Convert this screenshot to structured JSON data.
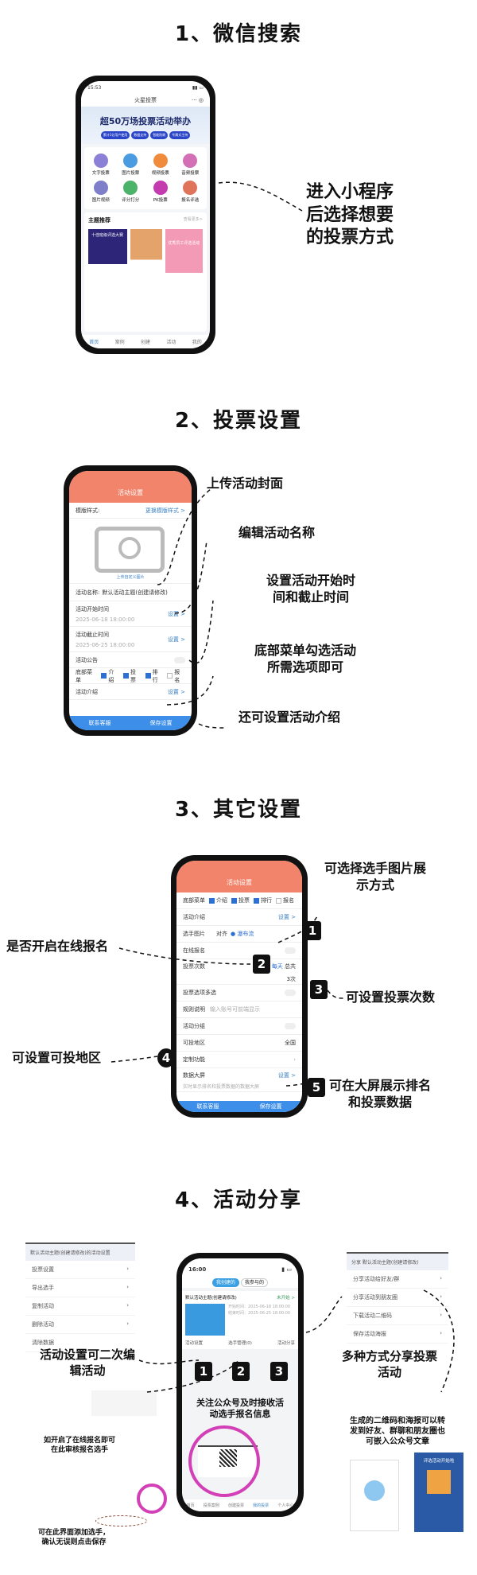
{
  "sections": [
    {
      "title": "1、微信搜索",
      "note": [
        "进入小程序",
        "后选择想要",
        "的投票方式"
      ],
      "phone": {
        "time": "15:53",
        "app_title": "火星投票",
        "banner": "超50万场投票活动举办",
        "tags": [
          "累计1亿用户使用",
          "数据支持",
          "智能防刷",
          "专属式主持"
        ],
        "types": [
          "文字投票",
          "图片投票",
          "视频投票",
          "音频投票",
          "图片视频",
          "评分打分",
          "PK投票",
          "报名评选"
        ],
        "theme_title": "主题推荐",
        "theme_more": "查看更多>",
        "card1_title": "十佳班级评选大赛",
        "card3_title": "优秀员工评选活动",
        "tabs": [
          "首页",
          "案例",
          "创建",
          "活动",
          "我的"
        ]
      }
    },
    {
      "title": "2、投票设置",
      "notes": [
        "上传活动封面",
        "编辑活动名称",
        "设置活动开始时\n间和截止时间",
        "底部菜单勾选活动\n所需选项即可",
        "还可设置活动介绍"
      ],
      "phone": {
        "header": "活动设置",
        "template_label": "模版样式:",
        "template_link": "更换模版样式 >",
        "upload": "上传自定义图片",
        "name_label": "活动名称:",
        "name_value": "默认活动主题(创建请修改)",
        "start_label": "活动开始时间",
        "start_value": "2025-06-18 18:00:00",
        "set": "设置 >",
        "end_label": "活动截止时间",
        "end_value": "2025-06-25 18:00:00",
        "notice": "活动公告",
        "menu_label": "底部菜单",
        "menu": [
          "介绍",
          "投票",
          "排行",
          "报名"
        ],
        "intro": "活动介绍",
        "btn_service": "联系客服",
        "btn_save": "保存设置"
      }
    },
    {
      "title": "3、其它设置",
      "notes": [
        "可选择选手图片展\n示方式",
        "是否开启在线报名",
        "可设置投票次数",
        "可设置可投地区",
        "可在大屏展示排名\n和投票数据"
      ],
      "badges": [
        "1",
        "2",
        "3",
        "4",
        "5"
      ],
      "phone": {
        "header": "活动设置",
        "rows": [
          "底部菜单",
          "活动介绍",
          "选手图片",
          "在线报名",
          "投票次数",
          "投票选项多选",
          "规则说明",
          "活动分组",
          "可投地区",
          "定制功能",
          "数据大屏"
        ],
        "menu": [
          "介绍",
          "投票",
          "排行",
          "报名"
        ],
        "img_opts": [
          "对齐",
          "瀑布流"
        ],
        "vote_opts": [
          "每天",
          "总共"
        ],
        "vote_count": "3次",
        "rule_placeholder": "输入账号可前端显示",
        "region": "全国",
        "screen_set": "设置 >",
        "screen_desc": "实时显示排名和投票数据的数据大屏",
        "set": "设置 >",
        "btn_service": "联系客服",
        "btn_save": "保存设置"
      }
    },
    {
      "title": "4、活动分享",
      "left_list": {
        "header": "默认活动主题(创建请修改)的活动设置",
        "items": [
          "投票设置",
          "导出选手",
          "复制活动",
          "删除活动",
          "清除数据"
        ]
      },
      "notes": [
        "活动设置可二次编\n辑活动",
        "如开启了在线报名即可\n在此审核报名选手",
        "可在此界面添加选手，\n确认无误则点击保存",
        "关注公众号及时接收活\n动选手报名信息",
        "多种方式分享投票\n活动",
        "生成的二维码和海报可以转\n发到好友、群聊和朋友圈也\n可嵌入公众号文章"
      ],
      "phone": {
        "time": "16:00",
        "seg": [
          "我创建的",
          "我参与的"
        ],
        "act_title": "默认活动主题(创建请修改)",
        "status": "未开始 >",
        "start": "开始时间：2025-06-18 18:00:00",
        "end": "结束时间：2025-06-25 18:00:00",
        "actions": [
          "活动设置",
          "选手管理(0)",
          "活动分享"
        ],
        "tabs": [
          "首页",
          "投票案例",
          "创建投票",
          "我的投票",
          "个人中心"
        ]
      },
      "right_list": {
        "header": "分享 默认活动主题(创建请修改)",
        "items": [
          "分享活动给好友/群",
          "分享活动到朋友圈",
          "下载活动二维码",
          "保存活动海报"
        ]
      },
      "poster_title": "评选活动开始啦"
    }
  ]
}
